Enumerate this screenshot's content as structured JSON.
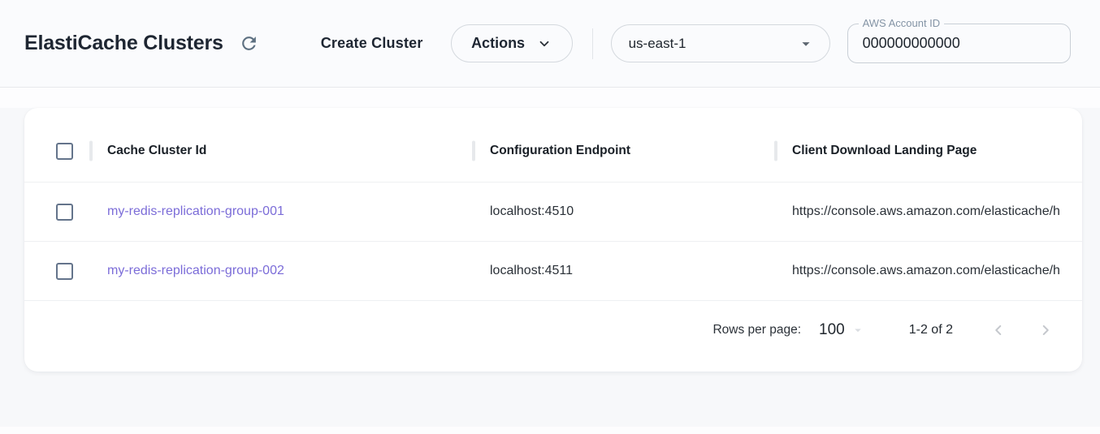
{
  "header": {
    "title": "ElastiCache Clusters",
    "create_button_label": "Create Cluster",
    "actions_button_label": "Actions",
    "region_select": {
      "selected": "us-east-1"
    },
    "account_field": {
      "label": "AWS Account ID",
      "value": "000000000000"
    }
  },
  "table": {
    "columns": [
      "Cache Cluster Id",
      "Configuration Endpoint",
      "Client Download Landing Page"
    ],
    "rows": [
      {
        "cache_cluster_id": "my-redis-replication-group-001",
        "configuration_endpoint": "localhost:4510",
        "client_download_landing_page": "https://console.aws.amazon.com/elasticache/h"
      },
      {
        "cache_cluster_id": "my-redis-replication-group-002",
        "configuration_endpoint": "localhost:4511",
        "client_download_landing_page": "https://console.aws.amazon.com/elasticache/h"
      }
    ]
  },
  "pagination": {
    "rows_per_page_label": "Rows per page:",
    "rows_per_page_value": "100",
    "range_label": "1-2 of 2"
  },
  "icons": {
    "title_action": "refresh-icon",
    "actions_button": "chevron-down-icon",
    "region_select": "caret-down-icon",
    "rows_per_page": "caret-down-icon",
    "pagination_prev": "chevron-left-icon",
    "pagination_next": "chevron-right-icon"
  },
  "colors": {
    "link": "#7b6cd8",
    "page_background": "#f7f8fa",
    "topbar_background": "#fafbfd",
    "card_background": "#ffffff",
    "icon_slate": "#5d7081",
    "disabled_chevron": "#c5c8cd"
  }
}
